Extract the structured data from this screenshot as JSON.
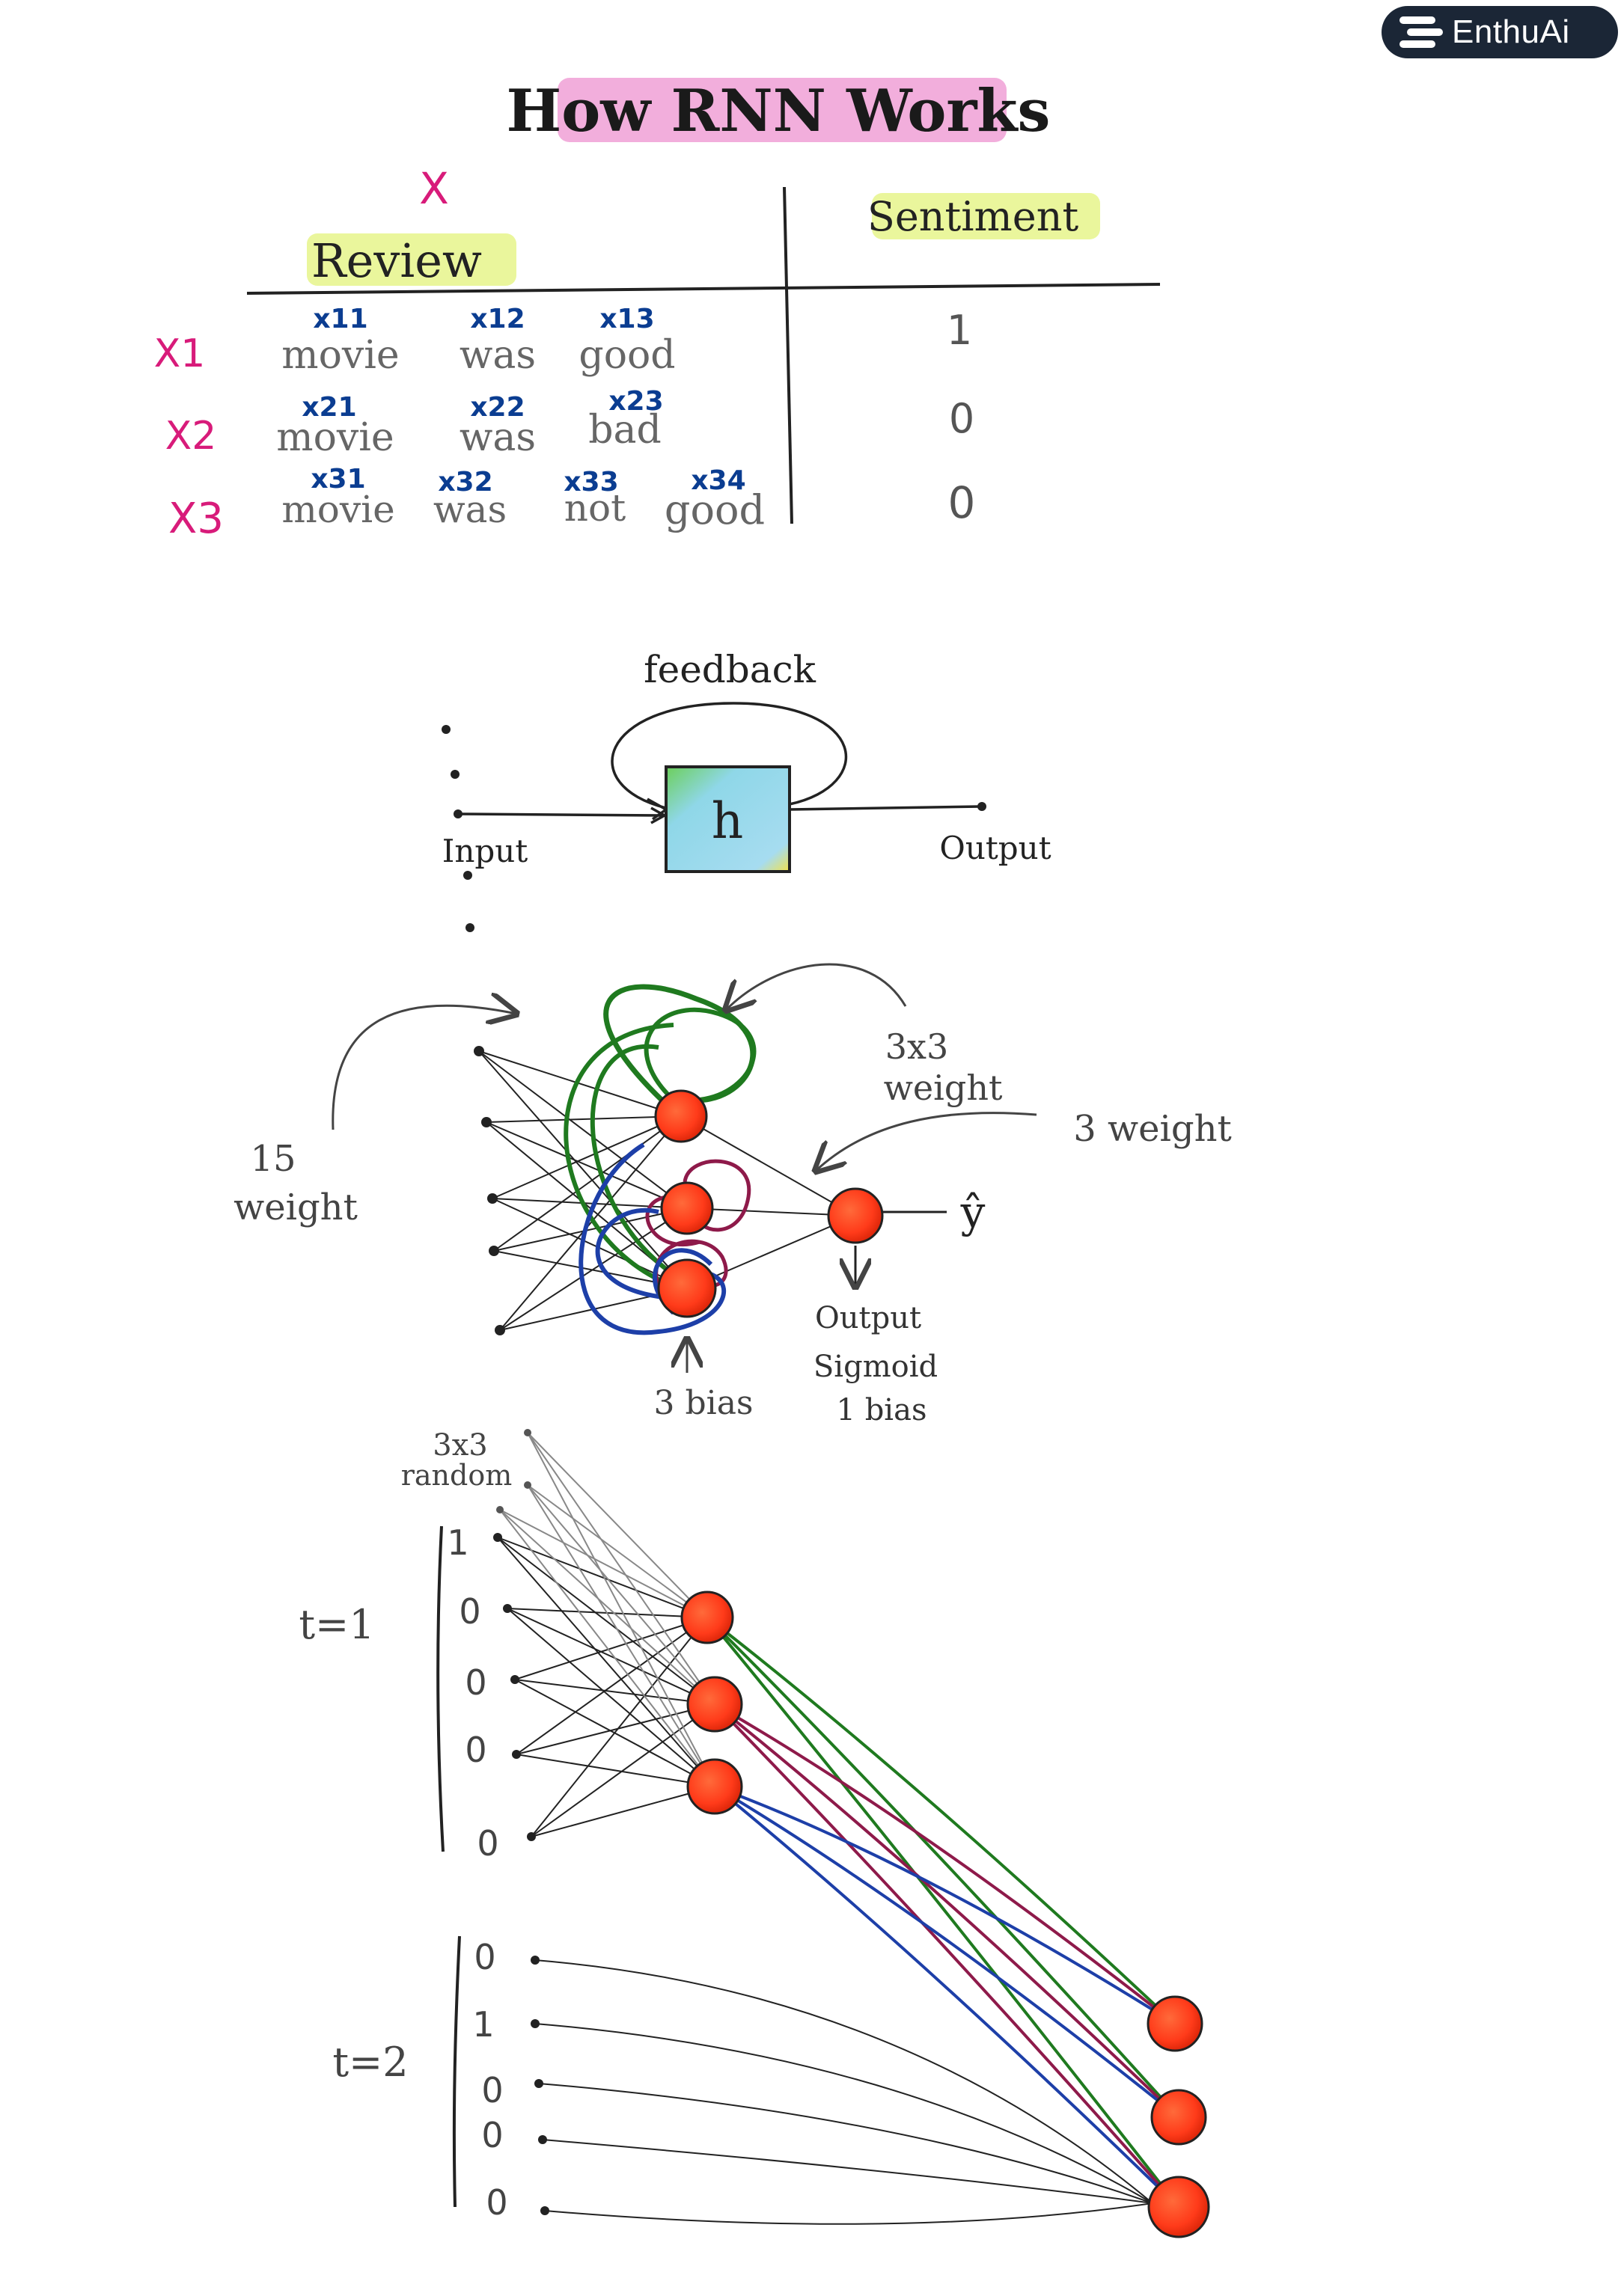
{
  "brand": {
    "name": "EnthuAi",
    "icon": "stack-logo-icon"
  },
  "title": "How RNN Works",
  "table": {
    "x_header": "X",
    "review_header": "Review",
    "sentiment_header": "Sentiment",
    "rows": [
      {
        "label": "X1",
        "tokens": [
          "movie",
          "was",
          "good"
        ],
        "token_labels": [
          "x11",
          "x12",
          "x13"
        ],
        "sentiment": "1"
      },
      {
        "label": "X2",
        "tokens": [
          "movie",
          "was",
          "bad"
        ],
        "token_labels": [
          "x21",
          "x22",
          "x23"
        ],
        "sentiment": "0"
      },
      {
        "label": "X3",
        "tokens": [
          "movie",
          "was",
          "not",
          "good"
        ],
        "token_labels": [
          "x31",
          "x32",
          "x33",
          "x34"
        ],
        "sentiment": "0"
      }
    ]
  },
  "feedback_diagram": {
    "feedback_label": "feedback",
    "cell_label": "h",
    "input_label": "Input",
    "output_label": "Output"
  },
  "network": {
    "input_weight_label": [
      "15",
      "weight"
    ],
    "recurrent_weight_label": [
      "3x3",
      "weight"
    ],
    "output_weight_label": "3 weight",
    "bias_label": "3 bias",
    "output_label": [
      "Output",
      "Sigmoid",
      "1 bias"
    ],
    "y_hat": "ŷ"
  },
  "unrolled": {
    "random_label": [
      "3x3",
      "random"
    ],
    "t1_label": "t=1",
    "t1_vector": [
      "1",
      "0",
      "0",
      "0",
      "0"
    ],
    "t2_label": "t=2",
    "t2_vector": [
      "0",
      "1",
      "0",
      "0",
      "0"
    ]
  },
  "colors": {
    "highlight_pink": "#e86bc0",
    "highlight_yellow": "#d9ef4a",
    "magenta_text": "#d81b7a",
    "blue_text": "#0b3d91",
    "node_red": "#ff3b1a",
    "green_line": "#1f7a1f",
    "maroon_line": "#8e1a4a",
    "blue_line": "#1d3fa8"
  }
}
